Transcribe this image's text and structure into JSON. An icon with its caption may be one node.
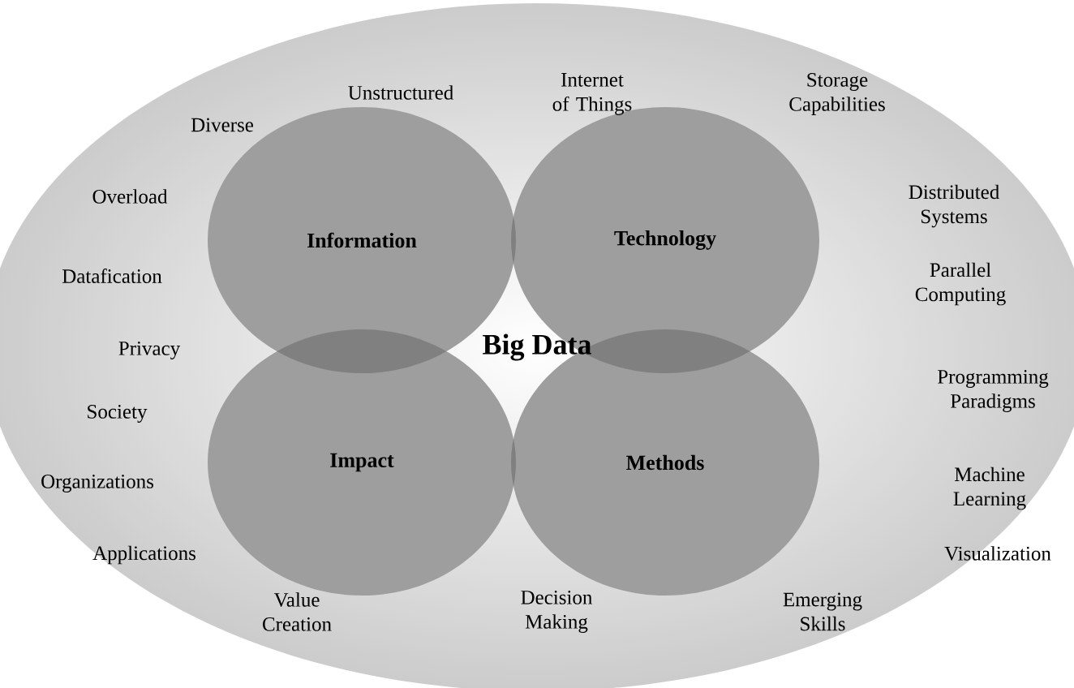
{
  "diagram": {
    "nodes": [
      {
        "text": [
          "Information"
        ]
      },
      {
        "text": [
          "Technology"
        ]
      },
      {
        "text": [
          "Impact"
        ]
      },
      {
        "text": [
          "Methods"
        ]
      }
    ],
    "labels": [
      "Unstructured",
      "Internet of Things",
      "Storage Capabilities",
      "Diverse",
      "Distributed Systems",
      "Overload",
      "Datafication",
      "Parallel Computing",
      "Privacy",
      "Big Data",
      "Programming Paradigms",
      "Society",
      "Organizations",
      "Machine Learning",
      "Applications",
      "Visualization",
      "Value Creation",
      "Decision Making",
      "Emerging Skills"
    ]
  }
}
